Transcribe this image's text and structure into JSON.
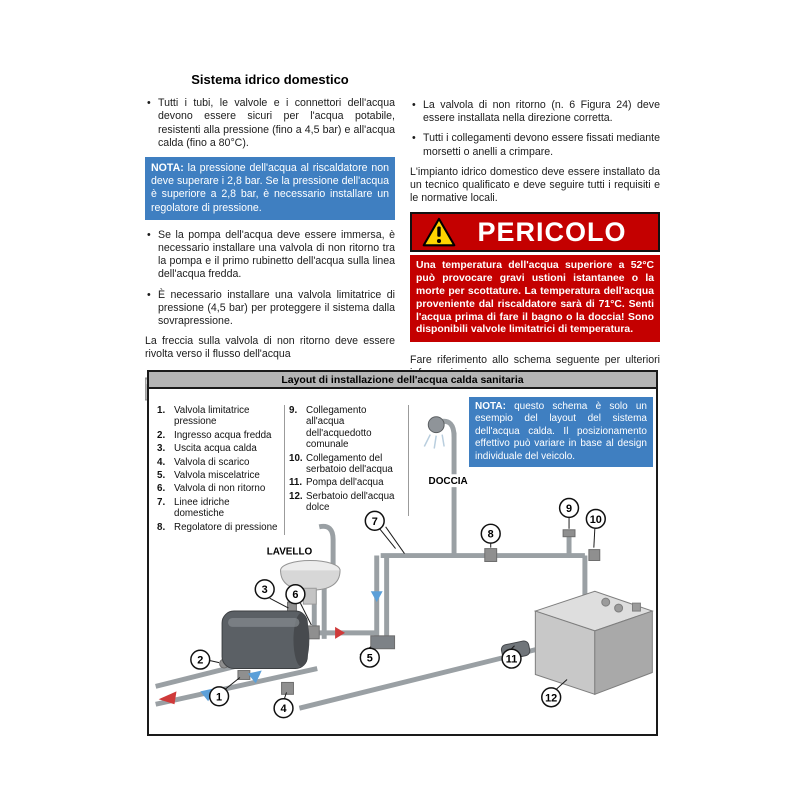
{
  "page": {
    "title": "Sistema idrico domestico"
  },
  "colors": {
    "accent_blue": "#3f7fc1",
    "danger_red": "#c40000",
    "warning_yellow": "#ffd200",
    "pipe_gray": "#9aa0a4"
  },
  "left_column": {
    "bullet1": "Tutti i tubi, le valvole e i connettori dell'acqua devono essere sicuri per l'acqua potabile, resistenti alla pressione (fino a 4,5 bar) e all'acqua calda (fino a 80°C).",
    "nota_label": "NOTA:",
    "nota_text": "la pressione dell'acqua al riscaldatore non deve superare i 2,8 bar. Se la pressione dell'acqua è superiore a 2,8 bar, è necessario installare un regolatore di pressione.",
    "bullet2": "Se la pompa dell'acqua deve essere immersa, è necessario installare una valvola di non ritorno tra la pompa e il primo rubinetto dell'acqua sulla linea dell'acqua fredda.",
    "bullet3": "È necessario installare una valvola limitatrice di pressione (4,5 bar) per proteggere il sistema dalla sovrapressione.",
    "arrow_note": "La freccia sulla valvola di non ritorno deve essere rivolta verso il flusso dell'acqua"
  },
  "right_column": {
    "bullet1": "La valvola di non ritorno (n. 6 Figura 24) deve essere installata nella direzione corretta.",
    "bullet2": "Tutti i collegamenti devono essere fissati mediante morsetti o anelli a crimpare.",
    "para1": "L'impianto idrico domestico deve essere installato da un tecnico qualificato e deve seguire tutti i requisiti e le normative locali.",
    "danger_title": "PERICOLO",
    "danger_text": "Una temperatura dell'acqua superiore a 52°C può provocare gravi ustioni istantanee o la morte per scottature. La temperatura dell'acqua proveniente dal riscaldatore sarà di 71°C. Senti l'acqua prima di fare il bagno o la doccia! Sono disponibili valvole limitatrici di temperatura.",
    "para2": "Fare riferimento allo schema seguente per ulteriori informazioni."
  },
  "diagram": {
    "header": "Layout di installazione dell'acqua calda sanitaria",
    "legend1": [
      {
        "num": "1.",
        "label": "Valvola limitatrice pressione"
      },
      {
        "num": "2.",
        "label": "Ingresso acqua fredda"
      },
      {
        "num": "3.",
        "label": "Uscita acqua calda"
      },
      {
        "num": "4.",
        "label": "Valvola di scarico"
      },
      {
        "num": "5.",
        "label": "Valvola miscelatrice"
      },
      {
        "num": "6.",
        "label": "Valvola di non ritorno"
      },
      {
        "num": "7.",
        "label": "Linee idriche domestiche"
      },
      {
        "num": "8.",
        "label": "Regolatore di pressione"
      }
    ],
    "legend2": [
      {
        "num": "9.",
        "label": "Collegamento all'acqua dell'acquedotto comunale"
      },
      {
        "num": "10.",
        "label": "Collegamento del serbatoio dell'acqua"
      },
      {
        "num": "11.",
        "label": "Pompa dell'acqua"
      },
      {
        "num": "12.",
        "label": "Serbatoio dell'acqua dolce"
      }
    ],
    "nota_label": "NOTA:",
    "nota_text": "questo schema è solo un esempio del layout del sistema dell'acqua calda. Il posizionamento effettivo può variare in base al design individuale del veicolo.",
    "labels": {
      "shower": "DOCCIA",
      "sink": "LAVELLO"
    },
    "callouts": [
      "1",
      "2",
      "3",
      "4",
      "5",
      "6",
      "7",
      "8",
      "9",
      "10",
      "11",
      "12"
    ]
  }
}
